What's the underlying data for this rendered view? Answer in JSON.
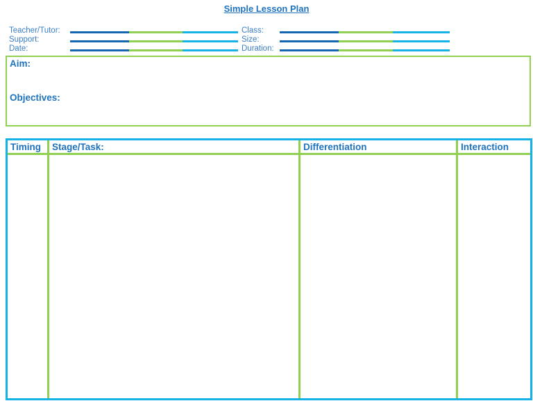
{
  "document": {
    "title": "Simple Lesson Plan",
    "fields_left": [
      {
        "label": "Teacher/Tutor:",
        "value": ""
      },
      {
        "label": "Support:",
        "value": ""
      },
      {
        "label": "Date:",
        "value": ""
      }
    ],
    "fields_right": [
      {
        "label": "Class:",
        "value": ""
      },
      {
        "label": "Size:",
        "value": ""
      },
      {
        "label": "Duration:",
        "value": ""
      }
    ],
    "aim_label": "Aim:",
    "objectives_label": "Objectives:",
    "table": {
      "columns": [
        "Timing",
        "Stage/Task:",
        "Differentiation",
        "Interaction"
      ],
      "rows": []
    },
    "colors": {
      "heading_blue": "#1f73be",
      "dark_blue": "#1566b0",
      "green": "#8fcf52",
      "cyan": "#16b2e6"
    }
  }
}
